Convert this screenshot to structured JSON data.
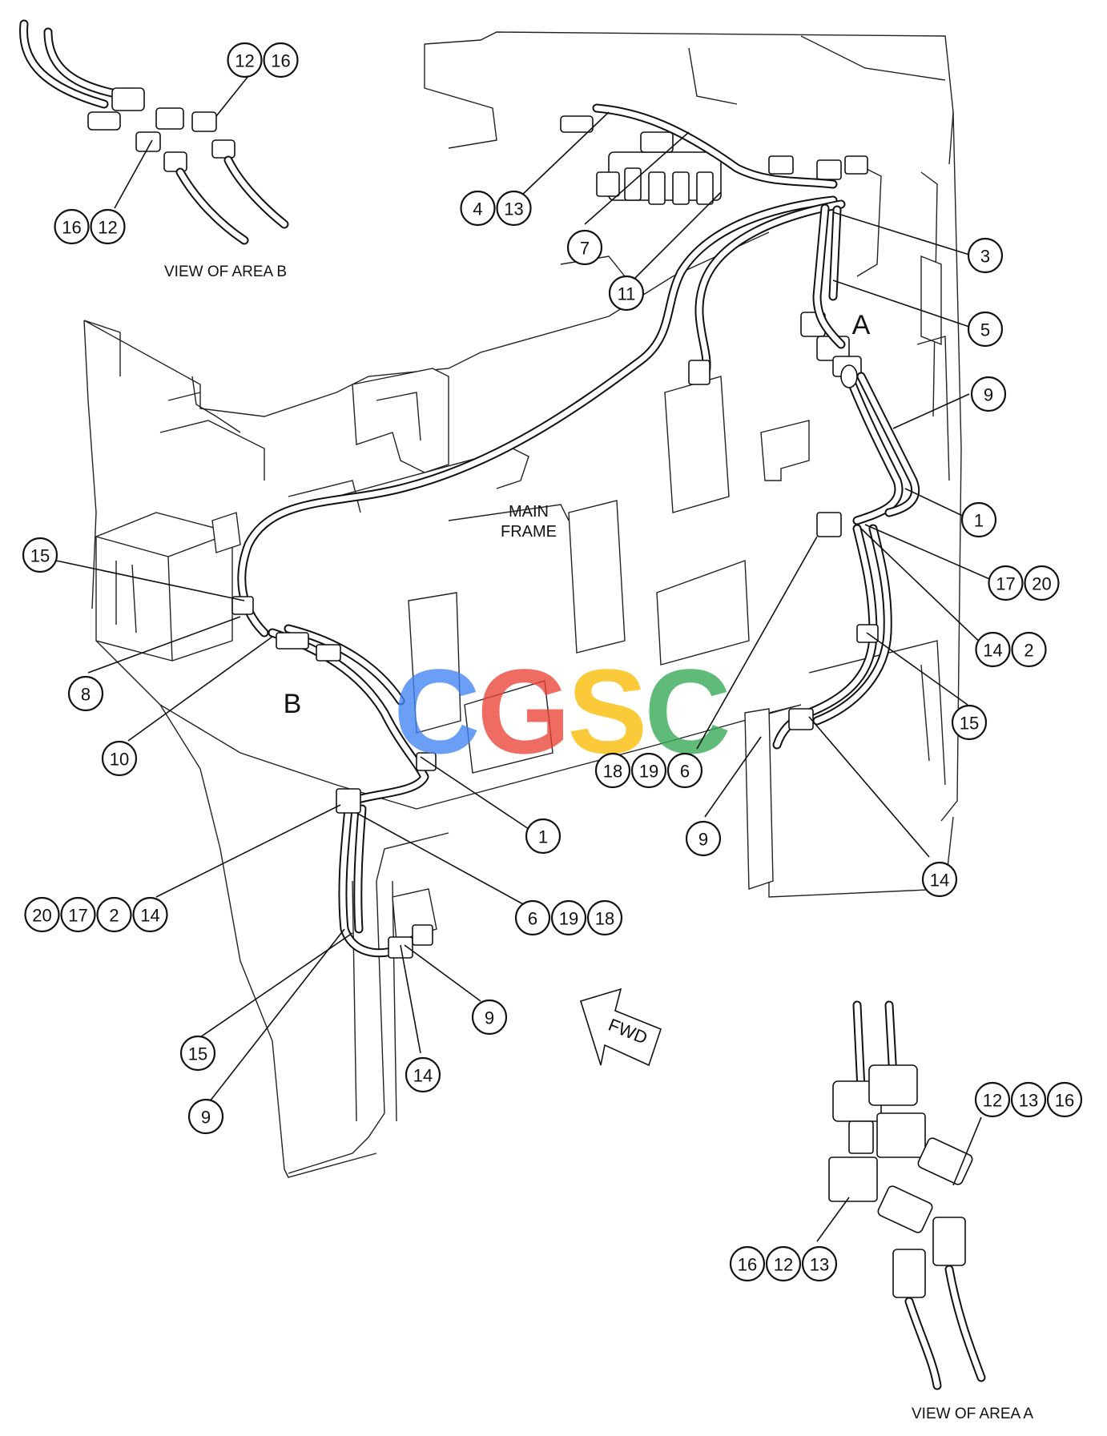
{
  "labels": {
    "view_b": "VIEW OF AREA B",
    "view_a": "VIEW OF AREA A",
    "main_frame_1": "MAIN",
    "main_frame_2": "FRAME",
    "area_a": "A",
    "area_b": "B",
    "fwd": "FWD",
    "watermark": "CGSC"
  },
  "watermark_colors": [
    "#4285F4",
    "#EA4335",
    "#FBBC05",
    "#34A853"
  ],
  "callouts": [
    {
      "id": "vb-top",
      "numbers": [
        "12",
        "16"
      ]
    },
    {
      "id": "vb-bottom",
      "numbers": [
        "16",
        "12"
      ]
    },
    {
      "id": "c-4-13",
      "numbers": [
        "4",
        "13"
      ]
    },
    {
      "id": "c-7",
      "numbers": [
        "7"
      ]
    },
    {
      "id": "c-11",
      "numbers": [
        "11"
      ]
    },
    {
      "id": "c-3",
      "numbers": [
        "3"
      ]
    },
    {
      "id": "c-5",
      "numbers": [
        "5"
      ]
    },
    {
      "id": "c-9-a",
      "numbers": [
        "9"
      ]
    },
    {
      "id": "c-1-right",
      "numbers": [
        "1"
      ]
    },
    {
      "id": "c-17-20",
      "numbers": [
        "17",
        "20"
      ]
    },
    {
      "id": "c-14-2",
      "numbers": [
        "14",
        "2"
      ]
    },
    {
      "id": "c-15-right",
      "numbers": [
        "15"
      ]
    },
    {
      "id": "c-18-19-6",
      "numbers": [
        "18",
        "19",
        "6"
      ]
    },
    {
      "id": "c-9-right",
      "numbers": [
        "9"
      ]
    },
    {
      "id": "c-14-right",
      "numbers": [
        "14"
      ]
    },
    {
      "id": "c-15-left",
      "numbers": [
        "15"
      ]
    },
    {
      "id": "c-8",
      "numbers": [
        "8"
      ]
    },
    {
      "id": "c-10",
      "numbers": [
        "10"
      ]
    },
    {
      "id": "c-1-center",
      "numbers": [
        "1"
      ]
    },
    {
      "id": "c-20-17-2-14",
      "numbers": [
        "20",
        "17",
        "2",
        "14"
      ]
    },
    {
      "id": "c-6-19-18",
      "numbers": [
        "6",
        "19",
        "18"
      ]
    },
    {
      "id": "c-9-lower",
      "numbers": [
        "9"
      ]
    },
    {
      "id": "c-15-lower",
      "numbers": [
        "15"
      ]
    },
    {
      "id": "c-14-lower",
      "numbers": [
        "14"
      ]
    },
    {
      "id": "c-9-bottom",
      "numbers": [
        "9"
      ]
    },
    {
      "id": "va-top",
      "numbers": [
        "12",
        "13",
        "16"
      ]
    },
    {
      "id": "va-bottom",
      "numbers": [
        "16",
        "12",
        "13"
      ]
    }
  ]
}
